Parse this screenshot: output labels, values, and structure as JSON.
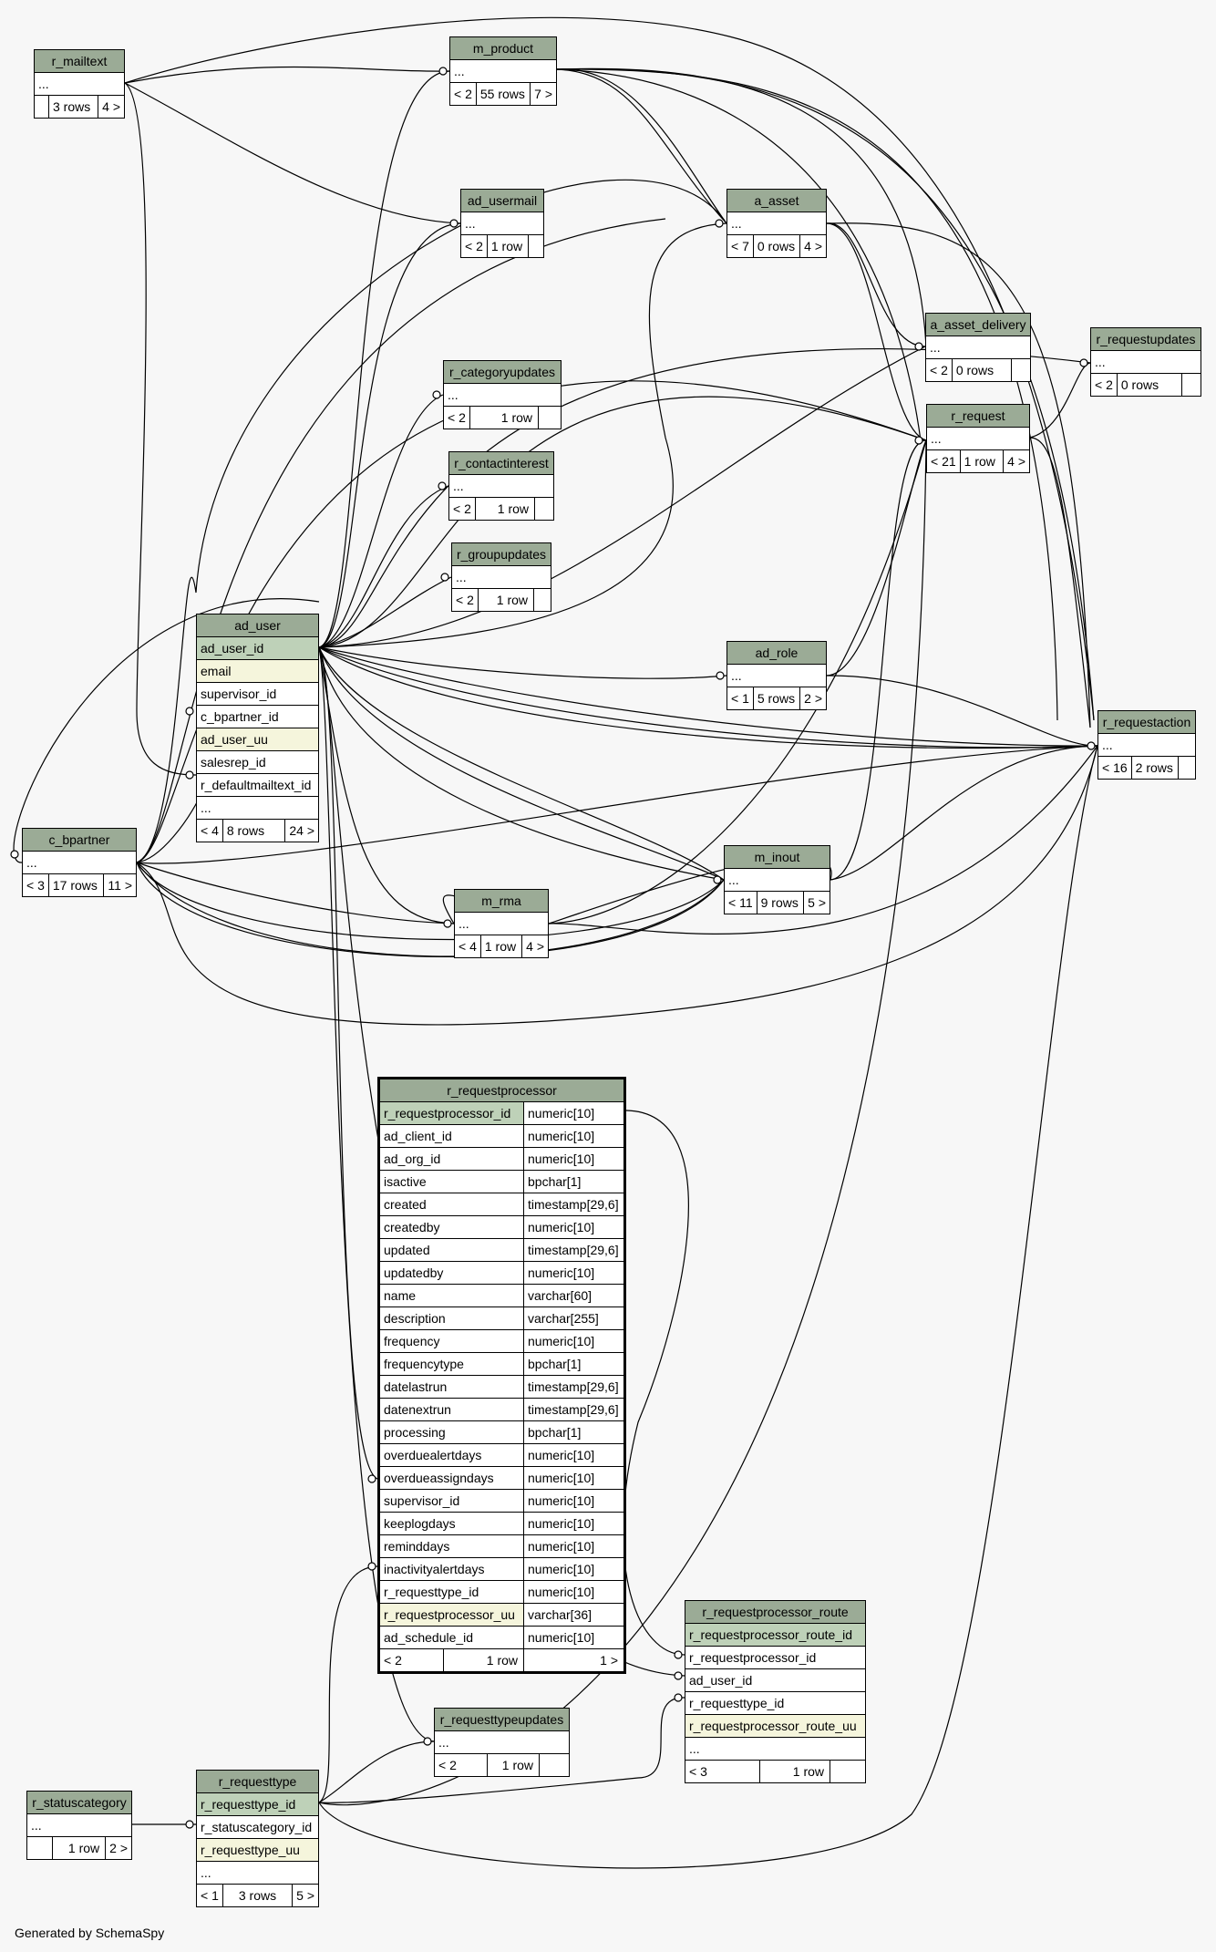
{
  "footer": "Generated by SchemaSpy",
  "tables": {
    "r_mailtext": {
      "name": "r_mailtext",
      "rows": [
        "..."
      ],
      "footer": [
        "",
        "3 rows",
        "4 >"
      ]
    },
    "m_product": {
      "name": "m_product",
      "rows": [
        "..."
      ],
      "footer": [
        "< 2",
        "55 rows",
        "7 >"
      ]
    },
    "ad_usermail": {
      "name": "ad_usermail",
      "rows": [
        "..."
      ],
      "footer": [
        "< 2",
        "1 row",
        ""
      ]
    },
    "a_asset": {
      "name": "a_asset",
      "rows": [
        "..."
      ],
      "footer": [
        "< 7",
        "0 rows",
        "4 >"
      ]
    },
    "a_asset_delivery": {
      "name": "a_asset_delivery",
      "rows": [
        "..."
      ],
      "footer": [
        "< 2",
        "0 rows",
        ""
      ]
    },
    "r_requestupdates": {
      "name": "r_requestupdates",
      "rows": [
        "..."
      ],
      "footer": [
        "< 2",
        "0 rows",
        ""
      ]
    },
    "r_categoryupdates": {
      "name": "r_categoryupdates",
      "rows": [
        "..."
      ],
      "footer": [
        "< 2",
        "1 row",
        ""
      ]
    },
    "r_request": {
      "name": "r_request",
      "rows": [
        "..."
      ],
      "footer": [
        "< 21",
        "1 row",
        "4 >"
      ]
    },
    "r_contactinterest": {
      "name": "r_contactinterest",
      "rows": [
        "..."
      ],
      "footer": [
        "< 2",
        "1 row",
        ""
      ]
    },
    "r_groupupdates": {
      "name": "r_groupupdates",
      "rows": [
        "..."
      ],
      "footer": [
        "< 2",
        "1 row",
        ""
      ]
    },
    "ad_user": {
      "name": "ad_user",
      "rows": [
        "ad_user_id",
        "email",
        "supervisor_id",
        "c_bpartner_id",
        "ad_user_uu",
        "salesrep_id",
        "r_defaultmailtext_id",
        "..."
      ],
      "footer": [
        "< 4",
        "8 rows",
        "24 >"
      ]
    },
    "ad_role": {
      "name": "ad_role",
      "rows": [
        "..."
      ],
      "footer": [
        "< 1",
        "5 rows",
        "2 >"
      ]
    },
    "r_requestaction": {
      "name": "r_requestaction",
      "rows": [
        "..."
      ],
      "footer": [
        "< 16",
        "2 rows",
        ""
      ]
    },
    "c_bpartner": {
      "name": "c_bpartner",
      "rows": [
        "..."
      ],
      "footer": [
        "< 3",
        "17 rows",
        "11 >"
      ]
    },
    "m_inout": {
      "name": "m_inout",
      "rows": [
        "..."
      ],
      "footer": [
        "< 11",
        "9 rows",
        "5 >"
      ]
    },
    "m_rma": {
      "name": "m_rma",
      "rows": [
        "..."
      ],
      "footer": [
        "< 4",
        "1 row",
        "4 >"
      ]
    },
    "r_requestprocessor": {
      "name": "r_requestprocessor",
      "columns": [
        [
          "r_requestprocessor_id",
          "numeric[10]"
        ],
        [
          "ad_client_id",
          "numeric[10]"
        ],
        [
          "ad_org_id",
          "numeric[10]"
        ],
        [
          "isactive",
          "bpchar[1]"
        ],
        [
          "created",
          "timestamp[29,6]"
        ],
        [
          "createdby",
          "numeric[10]"
        ],
        [
          "updated",
          "timestamp[29,6]"
        ],
        [
          "updatedby",
          "numeric[10]"
        ],
        [
          "name",
          "varchar[60]"
        ],
        [
          "description",
          "varchar[255]"
        ],
        [
          "frequency",
          "numeric[10]"
        ],
        [
          "frequencytype",
          "bpchar[1]"
        ],
        [
          "datelastrun",
          "timestamp[29,6]"
        ],
        [
          "datenextrun",
          "timestamp[29,6]"
        ],
        [
          "processing",
          "bpchar[1]"
        ],
        [
          "overduealertdays",
          "numeric[10]"
        ],
        [
          "overdueassigndays",
          "numeric[10]"
        ],
        [
          "supervisor_id",
          "numeric[10]"
        ],
        [
          "keeplogdays",
          "numeric[10]"
        ],
        [
          "reminddays",
          "numeric[10]"
        ],
        [
          "inactivityalertdays",
          "numeric[10]"
        ],
        [
          "r_requesttype_id",
          "numeric[10]"
        ],
        [
          "r_requestprocessor_uu",
          "varchar[36]"
        ],
        [
          "ad_schedule_id",
          "numeric[10]"
        ]
      ],
      "footer": [
        "< 2",
        "1 row",
        "1 >"
      ]
    },
    "r_requestprocessor_route": {
      "name": "r_requestprocessor_route",
      "rows": [
        "r_requestprocessor_route_id",
        "r_requestprocessor_id",
        "ad_user_id",
        "r_requesttype_id",
        "r_requestprocessor_route_uu",
        "..."
      ],
      "footer": [
        "< 3",
        "1 row",
        ""
      ]
    },
    "r_requesttypeupdates": {
      "name": "r_requesttypeupdates",
      "rows": [
        "..."
      ],
      "footer": [
        "< 2",
        "1 row",
        ""
      ]
    },
    "r_statuscategory": {
      "name": "r_statuscategory",
      "rows": [
        "..."
      ],
      "footer": [
        "",
        "1 row",
        "2 >"
      ]
    },
    "r_requesttype": {
      "name": "r_requesttype",
      "rows": [
        "r_requesttype_id",
        "r_statuscategory_id",
        "r_requesttype_uu",
        "..."
      ],
      "footer": [
        "< 1",
        "3 rows",
        "5 >"
      ]
    }
  },
  "colors": {
    "header": "#9bab96",
    "primary_key": "#bed1b8",
    "indexed": "#f5f5dc",
    "background": "#f7f7f7"
  }
}
